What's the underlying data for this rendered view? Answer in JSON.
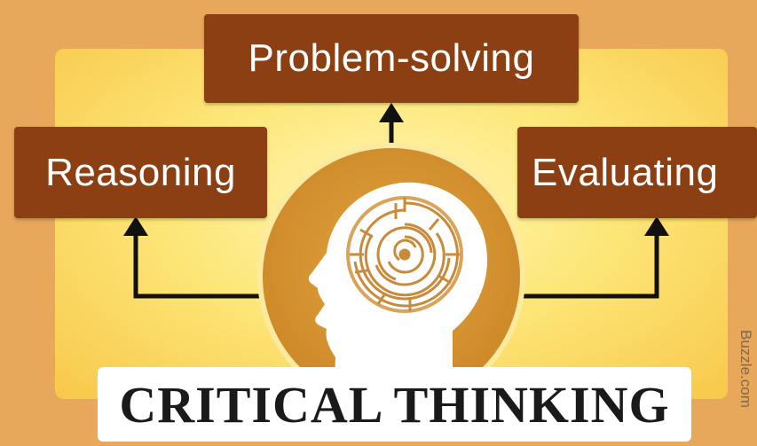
{
  "diagram": {
    "top_label": "Problem-solving",
    "left_label": "Reasoning",
    "right_label": "Evaluating",
    "title": "CRITICAL THINKING",
    "watermark": "Buzzle.com"
  },
  "colors": {
    "background": "#e8a85c",
    "glow": "#fde77a",
    "label_box": "#8b3f12",
    "circle": "#cf8a2a",
    "arrow": "#111111"
  },
  "icons": [
    "head-silhouette-icon",
    "maze-brain-icon",
    "arrow-up-icon"
  ]
}
